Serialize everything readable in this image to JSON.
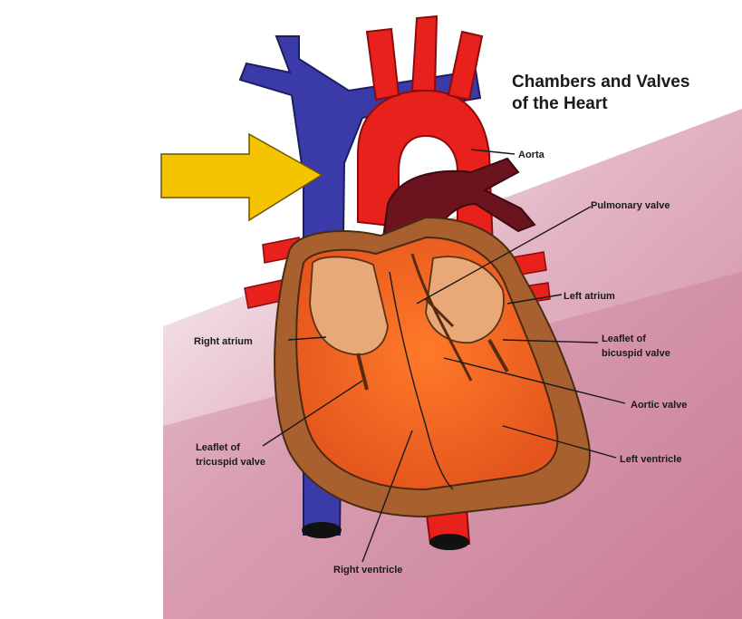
{
  "title": {
    "line1": "Chambers and Valves",
    "line2": "of the Heart"
  },
  "labels": {
    "aorta": "Aorta",
    "pulmonary_valve": "Pulmonary valve",
    "left_atrium": "Left atrium",
    "right_atrium": "Right atrium",
    "leaflet_bicuspid_1": "Leaflet of",
    "leaflet_bicuspid_2": "bicuspid valve",
    "aortic_valve": "Aortic valve",
    "left_ventricle": "Left ventricle",
    "leaflet_tricuspid_1": "Leaflet of",
    "leaflet_tricuspid_2": "tricuspid valve",
    "right_ventricle": "Right ventricle"
  },
  "colors": {
    "vena_cava": "#3a3aa8",
    "artery": "#e8211c",
    "pulmonary_artery": "#6b1420",
    "heart_outer": "#a8612e",
    "heart_inner": "#f26a25",
    "atrium": "#e9a877",
    "background_band": "#b85a78",
    "pointer_arrow": "#f5c400"
  },
  "pointer_arrow_icon": "arrow-right-icon"
}
